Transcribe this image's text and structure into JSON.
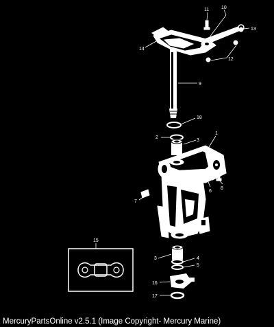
{
  "diagram": {
    "callouts": [
      "1",
      "2",
      "3",
      "4",
      "5",
      "6",
      "7",
      "8",
      "9",
      "10",
      "11",
      "12",
      "13",
      "14",
      "15",
      "16",
      "17",
      "18"
    ]
  },
  "footer": {
    "text": "MercuryPartsOnline v2.5.1 (Image Copyright- Mercury Marine)"
  }
}
